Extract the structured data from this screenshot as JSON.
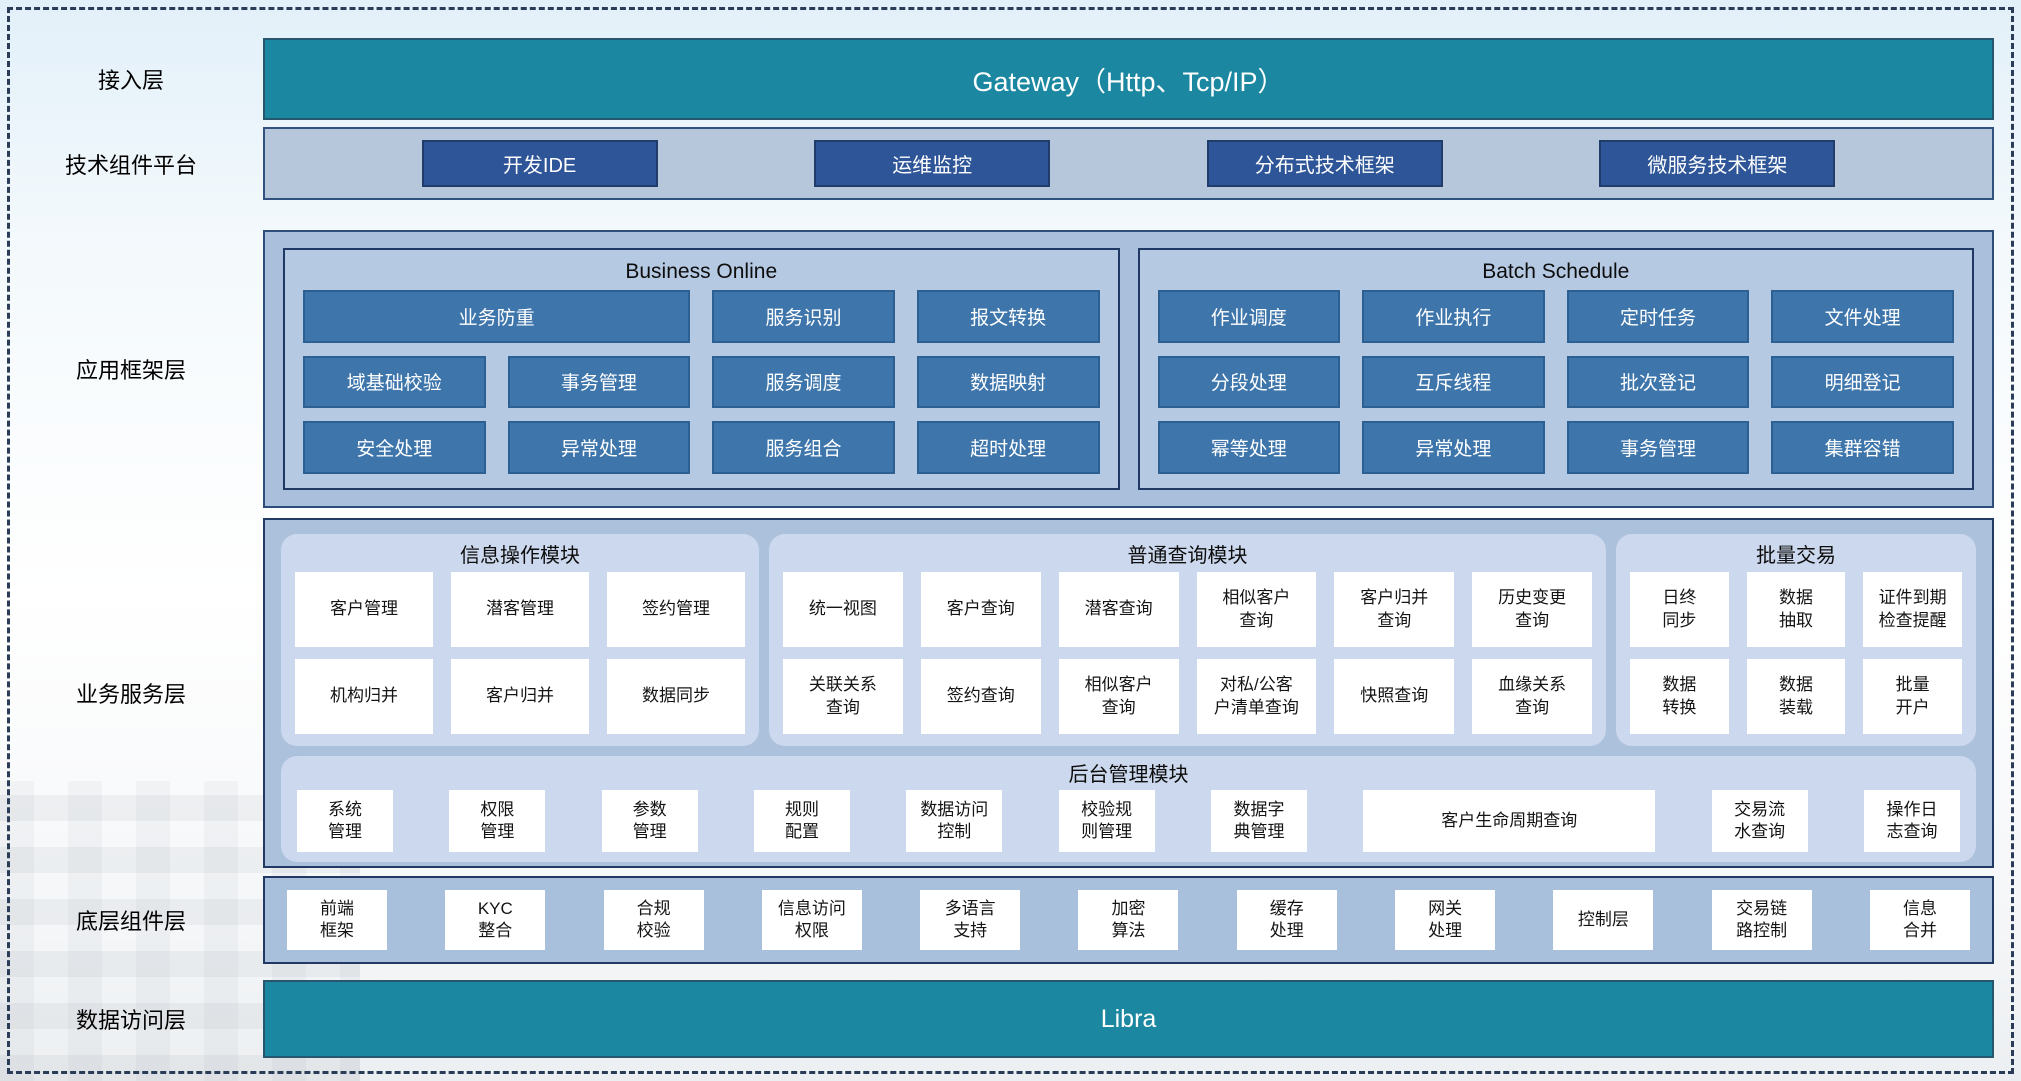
{
  "colors": {
    "teal": "#1b87a0",
    "dark_blue": "#2e5597",
    "steel_blue": "#3e76ac",
    "container_fill": "#abc1dc",
    "panel_light": "#ccd8ed",
    "box_white": "#ffffff"
  },
  "layers": {
    "access": {
      "label": "接入层",
      "bar": "Gateway（Http、Tcp/IP）"
    },
    "tech": {
      "label": "技术组件平台",
      "items": [
        "开发IDE",
        "运维监控",
        "分布式技术框架",
        "微服务技术框架"
      ]
    },
    "app_framework": {
      "label": "应用框架层",
      "business_online": {
        "title": "Business Online",
        "items": [
          "业务防重",
          "服务识别",
          "报文转换",
          "域基础校验",
          "事务管理",
          "服务调度",
          "数据映射",
          "安全处理",
          "异常处理",
          "服务组合",
          "超时处理"
        ]
      },
      "batch_schedule": {
        "title": "Batch Schedule",
        "items": [
          "作业调度",
          "作业执行",
          "定时任务",
          "文件处理",
          "分段处理",
          "互斥线程",
          "批次登记",
          "明细登记",
          "幂等处理",
          "异常处理",
          "事务管理",
          "集群容错"
        ]
      }
    },
    "business_service": {
      "label": "业务服务层",
      "info_module": {
        "title": "信息操作模块",
        "items": [
          "客户管理",
          "潜客管理",
          "签约管理",
          "机构归并",
          "客户归并",
          "数据同步"
        ]
      },
      "query_module": {
        "title": "普通查询模块",
        "items": [
          "统一视图",
          "客户查询",
          "潜客查询",
          "相似客户\n查询",
          "客户归并\n查询",
          "历史变更\n查询",
          "关联关系\n查询",
          "签约查询",
          "相似客户\n查询",
          "对私/公客\n户清单查询",
          "快照查询",
          "血缘关系\n查询"
        ]
      },
      "batch_trade": {
        "title": "批量交易",
        "items": [
          "日终\n同步",
          "数据\n抽取",
          "证件到期\n检查提醒",
          "数据\n转换",
          "数据\n装载",
          "批量\n开户"
        ]
      },
      "admin_module": {
        "title": "后台管理模块",
        "items": [
          "系统\n管理",
          "权限\n管理",
          "参数\n管理",
          "规则\n配置",
          "数据访问\n控制",
          "校验规\n则管理",
          "数据字\n典管理",
          "客户生命周期查询",
          "交易流\n水查询",
          "操作日\n志查询"
        ]
      }
    },
    "base_component": {
      "label": "底层组件层",
      "items": [
        "前端\n框架",
        "KYC\n整合",
        "合规\n校验",
        "信息访问\n权限",
        "多语言\n支持",
        "加密\n算法",
        "缓存\n处理",
        "网关\n处理",
        "控制层",
        "交易链\n路控制",
        "信息\n合并"
      ]
    },
    "data_access": {
      "label": "数据访问层",
      "bar": "Libra"
    }
  }
}
